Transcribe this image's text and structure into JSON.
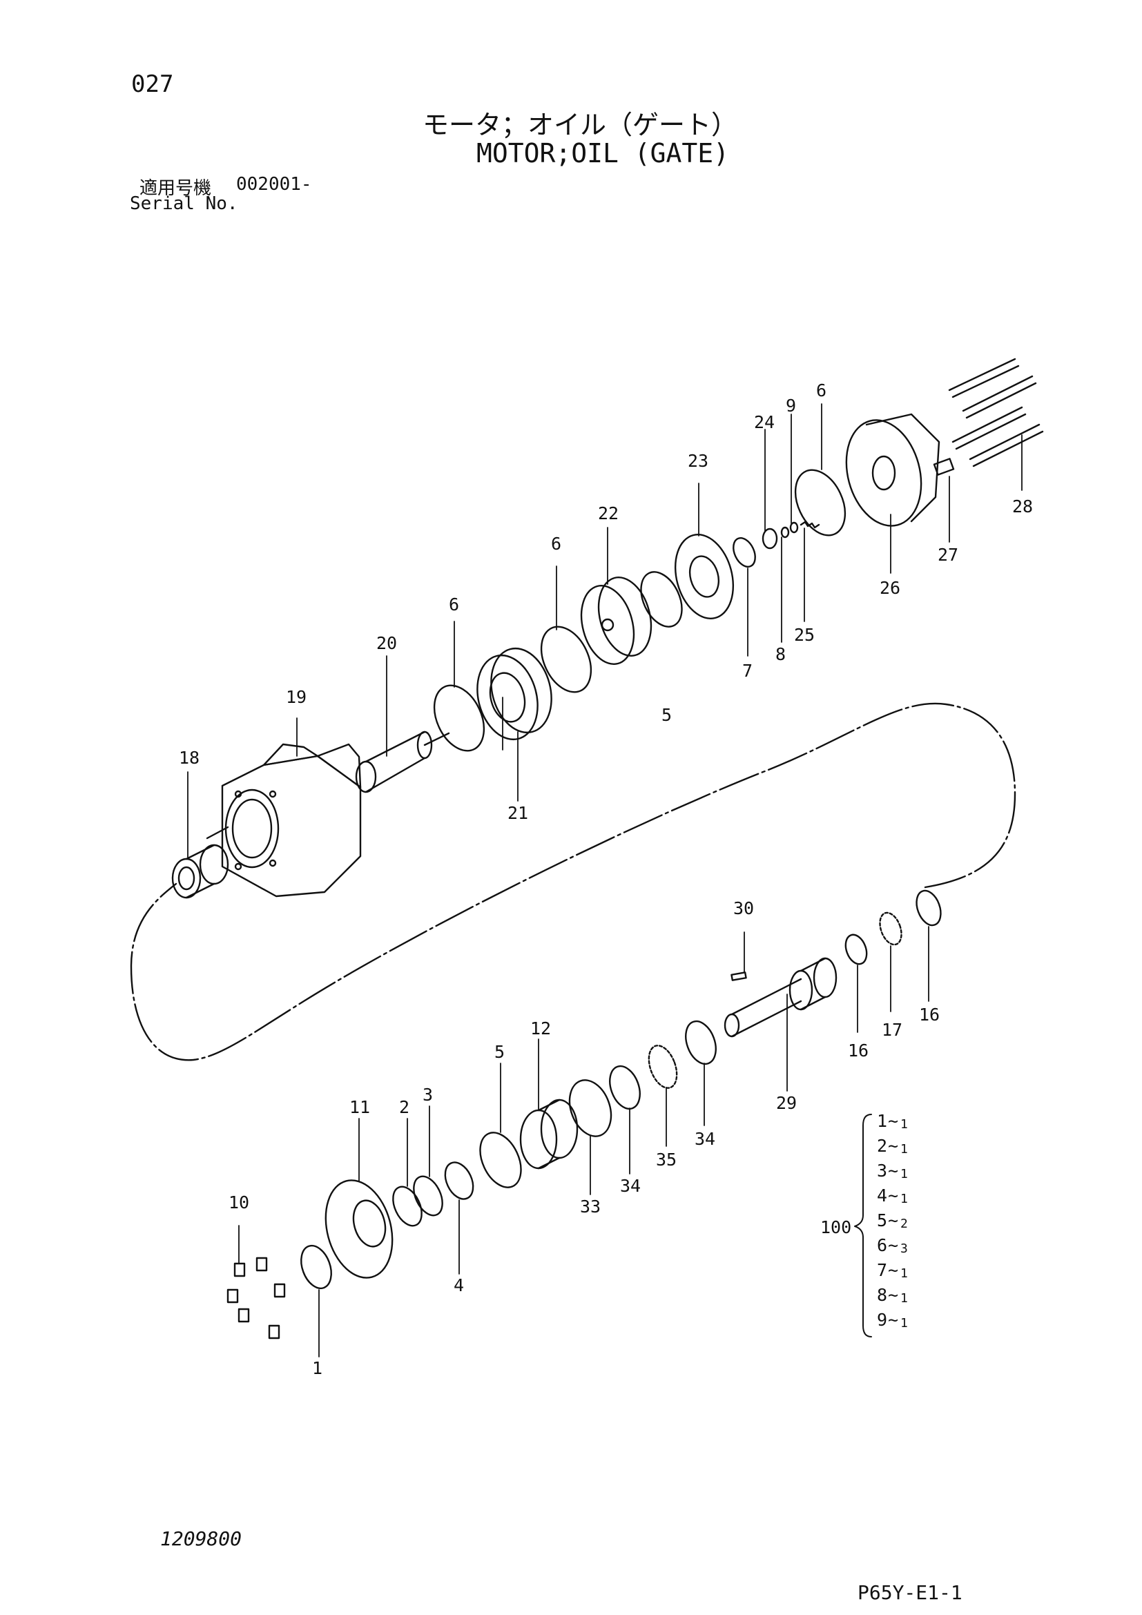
{
  "header": {
    "page_number": "027",
    "title_jp": "モータ；オイル（ゲート）",
    "title_en": "MOTOR;OIL (GATE)",
    "serial_label_jp": "適用号機",
    "serial_value": "002001-",
    "serial_label_en": "Serial No."
  },
  "footer": {
    "drawing_number": "1209800",
    "page_code": "P65Y-E1-1"
  },
  "callouts": [
    {
      "id": "c1",
      "label": "1"
    },
    {
      "id": "c2",
      "label": "2"
    },
    {
      "id": "c3",
      "label": "3"
    },
    {
      "id": "c4",
      "label": "4"
    },
    {
      "id": "c5a",
      "label": "5"
    },
    {
      "id": "c5b",
      "label": "5"
    },
    {
      "id": "c6a",
      "label": "6"
    },
    {
      "id": "c6b",
      "label": "6"
    },
    {
      "id": "c6c",
      "label": "6"
    },
    {
      "id": "c7",
      "label": "7"
    },
    {
      "id": "c8",
      "label": "8"
    },
    {
      "id": "c9",
      "label": "9"
    },
    {
      "id": "c10",
      "label": "10"
    },
    {
      "id": "c11",
      "label": "11"
    },
    {
      "id": "c12",
      "label": "12"
    },
    {
      "id": "c16a",
      "label": "16"
    },
    {
      "id": "c16b",
      "label": "16"
    },
    {
      "id": "c17",
      "label": "17"
    },
    {
      "id": "c18",
      "label": "18"
    },
    {
      "id": "c19",
      "label": "19"
    },
    {
      "id": "c20",
      "label": "20"
    },
    {
      "id": "c21",
      "label": "21"
    },
    {
      "id": "c22",
      "label": "22"
    },
    {
      "id": "c23",
      "label": "23"
    },
    {
      "id": "c24",
      "label": "24"
    },
    {
      "id": "c25",
      "label": "25"
    },
    {
      "id": "c26",
      "label": "26"
    },
    {
      "id": "c27",
      "label": "27"
    },
    {
      "id": "c28",
      "label": "28"
    },
    {
      "id": "c29",
      "label": "29"
    },
    {
      "id": "c30",
      "label": "30"
    },
    {
      "id": "c33",
      "label": "33"
    },
    {
      "id": "c34a",
      "label": "34"
    },
    {
      "id": "c34b",
      "label": "34"
    },
    {
      "id": "c35",
      "label": "35"
    }
  ],
  "kit": {
    "label": "100",
    "items": [
      {
        "part": "1",
        "qty": "1"
      },
      {
        "part": "2",
        "qty": "1"
      },
      {
        "part": "3",
        "qty": "1"
      },
      {
        "part": "4",
        "qty": "1"
      },
      {
        "part": "5",
        "qty": "2"
      },
      {
        "part": "6",
        "qty": "3"
      },
      {
        "part": "7",
        "qty": "1"
      },
      {
        "part": "8",
        "qty": "1"
      },
      {
        "part": "9",
        "qty": "1"
      }
    ]
  }
}
